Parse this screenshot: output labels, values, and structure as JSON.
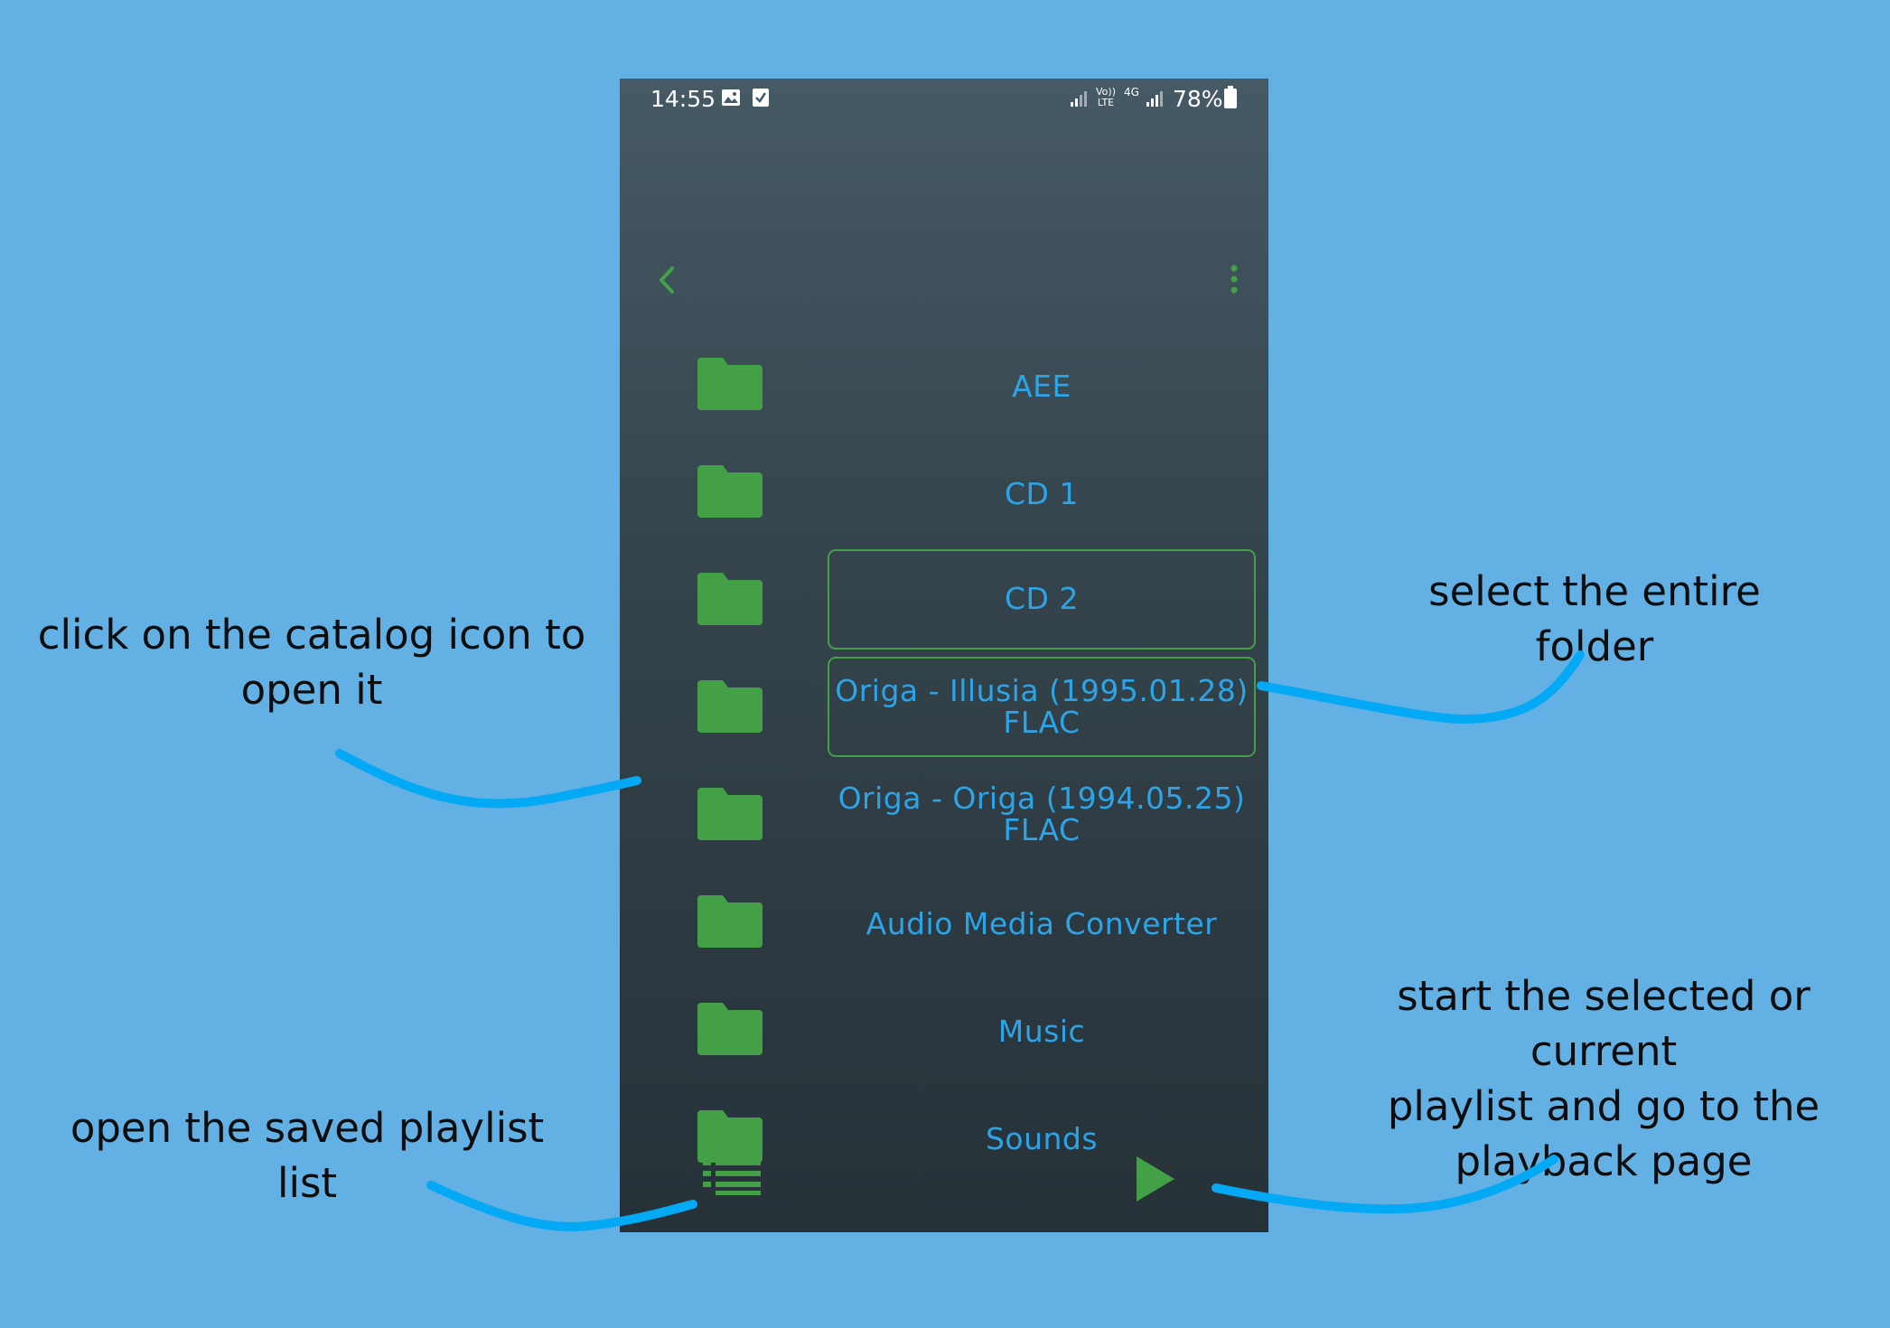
{
  "status_bar": {
    "time": "14:55",
    "network_volte": "Vo)) LTE",
    "network_4g": "4G",
    "battery_percent": "78%",
    "icons": [
      "image-icon",
      "check-icon",
      "signal-icon",
      "signal-icon",
      "battery-icon"
    ]
  },
  "toolbar": {
    "back_icon": "chevron-left-icon",
    "menu_icon": "more-vert-icon"
  },
  "folders": [
    {
      "line1": "AEE",
      "line2": "",
      "selected": false
    },
    {
      "line1": "CD 1",
      "line2": "",
      "selected": false
    },
    {
      "line1": "CD 2",
      "line2": "",
      "selected": true
    },
    {
      "line1": "Origa - Illusia (1995.01.28)",
      "line2": "FLAC",
      "selected": true
    },
    {
      "line1": "Origa - Origa (1994.05.25)",
      "line2": "FLAC",
      "selected": false
    },
    {
      "line1": "Audio Media Converter",
      "line2": "",
      "selected": false
    },
    {
      "line1": "Music",
      "line2": "",
      "selected": false
    },
    {
      "line1": "Sounds",
      "line2": "",
      "selected": false
    }
  ],
  "bottom_bar": {
    "playlist_icon": "playlist-icon",
    "play_icon": "play-icon"
  },
  "annotations": {
    "catalog_line1": "click on the catalog icon to",
    "catalog_line2": "open it",
    "select_folder": "select the entire folder",
    "saved_playlist": "open the saved playlist list",
    "start_line1": "start the selected or current",
    "start_line2": "playlist and go to the",
    "start_line3": "playback page"
  },
  "colors": {
    "background": "#63b0e4",
    "accent_green": "#43a047",
    "text_blue": "#2ba4e8",
    "arrow_blue": "#03a9f4"
  }
}
